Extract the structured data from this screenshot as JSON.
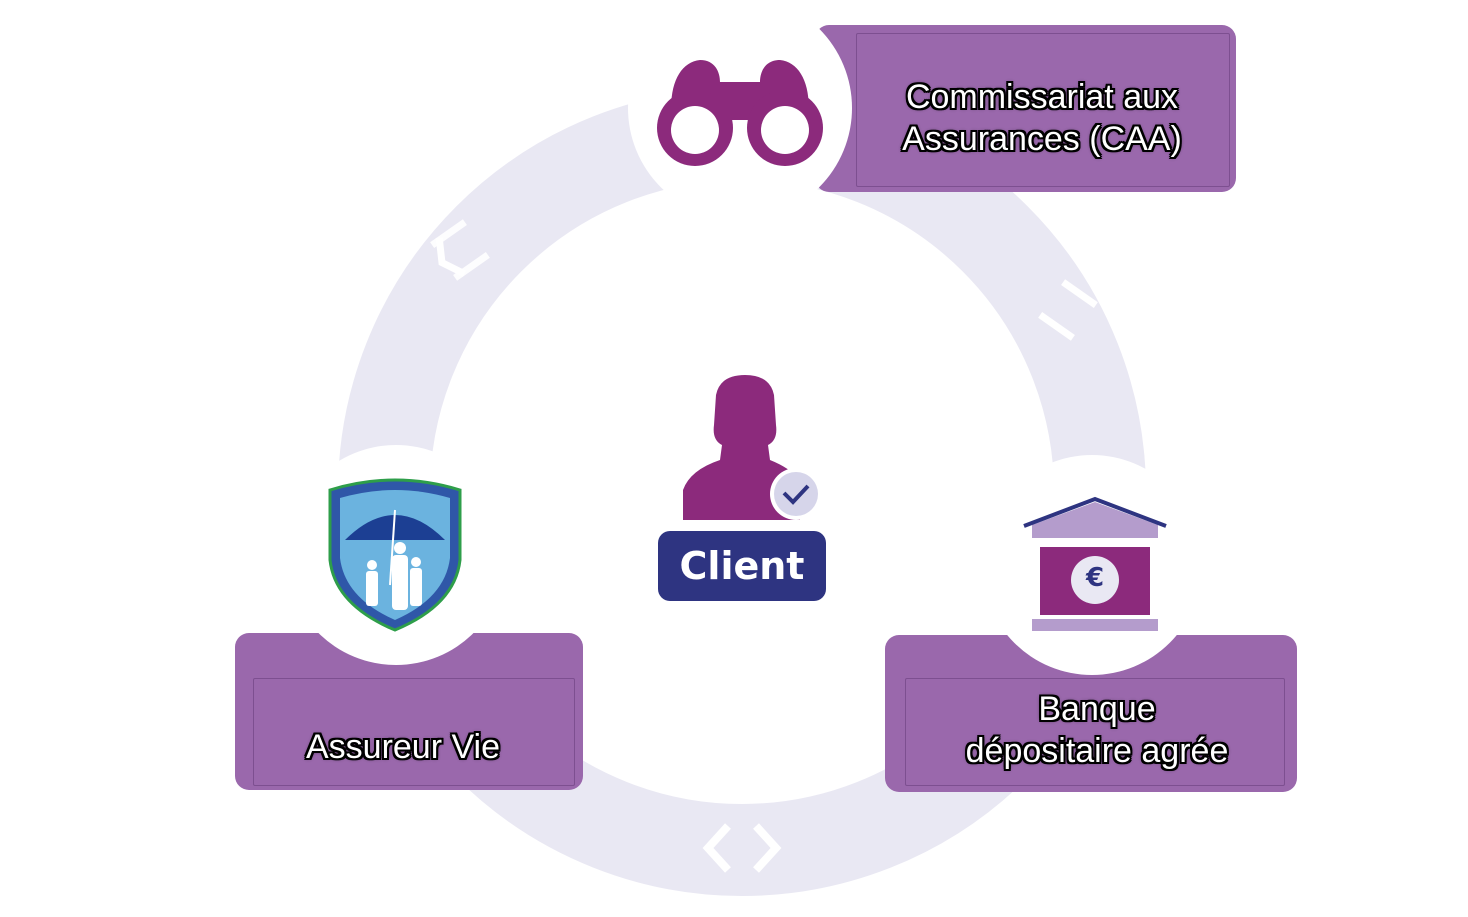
{
  "nodes": {
    "top": {
      "label_line1": "Commissariat aux",
      "label_line2": "Assurances (CAA)",
      "icon": "binoculars-icon"
    },
    "left": {
      "label": "Assureur Vie",
      "icon": "shield-umbrella-family-icon"
    },
    "right": {
      "label_line1": "Banque",
      "label_line2": "dépositaire agrée",
      "icon": "bank-euro-icon"
    },
    "center": {
      "label": "Client",
      "icon": "verified-user-icon"
    }
  },
  "colors": {
    "ring": "#e9e8f3",
    "box": "#9a68ac",
    "accent": "#8c2a7c",
    "navy": "#2e3481"
  }
}
